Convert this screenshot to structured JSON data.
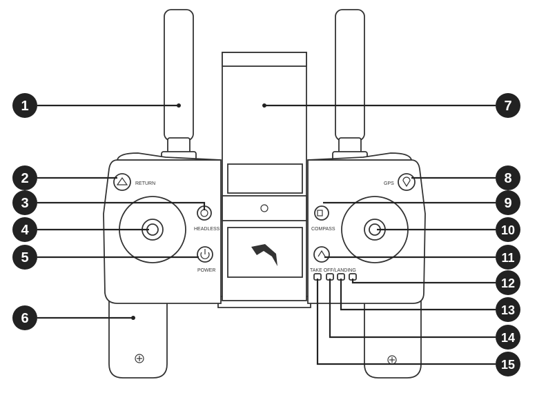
{
  "labels": {
    "return": "RETURN",
    "headless": "HEADLESS",
    "power": "POWER",
    "gps": "GPS",
    "compass": "COMPASS",
    "takeoff_landing": "TAKE OFF/LANDING"
  },
  "callouts": [
    "1",
    "2",
    "3",
    "4",
    "5",
    "6",
    "7",
    "8",
    "9",
    "10",
    "11",
    "12",
    "13",
    "14",
    "15"
  ],
  "colors": {
    "line": "#222222",
    "badge": "#222222",
    "outline": "#333333"
  }
}
